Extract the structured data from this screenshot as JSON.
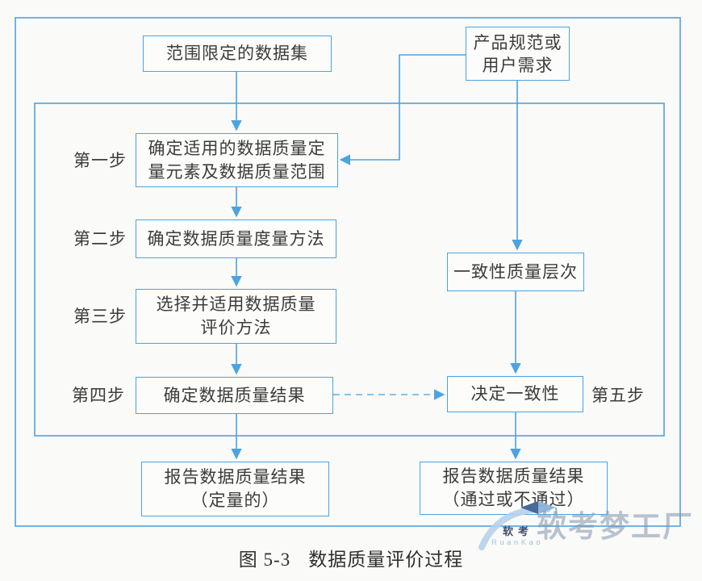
{
  "figure": {
    "caption_number": "图 5-3",
    "caption_title": "数据质量评价过程"
  },
  "boxes": {
    "dataset": "范围限定的数据集",
    "spec": "产品规范或\n用户需求",
    "step1": "确定适用的数据质量定\n量元素及数据质量范围",
    "step2": "确定数据质量度量方法",
    "step3": "选择并适用数据质量\n评价方法",
    "step4": "确定数据质量结果",
    "conformance_level": "一致性质量层次",
    "decide_conformance": "决定一致性",
    "report_quantitative": "报告数据质量结果\n（定量的）",
    "report_pass_fail": "报告数据质量结果\n（通过或不通过）"
  },
  "step_labels": {
    "s1": "第一步",
    "s2": "第二步",
    "s3": "第三步",
    "s4": "第四步",
    "s5": "第五步"
  },
  "watermark": {
    "brand": "软考梦工厂",
    "logo_text": "软考",
    "logo_latin": "RuanKao"
  },
  "colors": {
    "line_blue": "#4da3e0",
    "text_dark": "#3c3c3c",
    "background": "#fafaf8",
    "watermark_blue": "#8094ab",
    "watermark_light_blue": "#b6d2ea"
  }
}
